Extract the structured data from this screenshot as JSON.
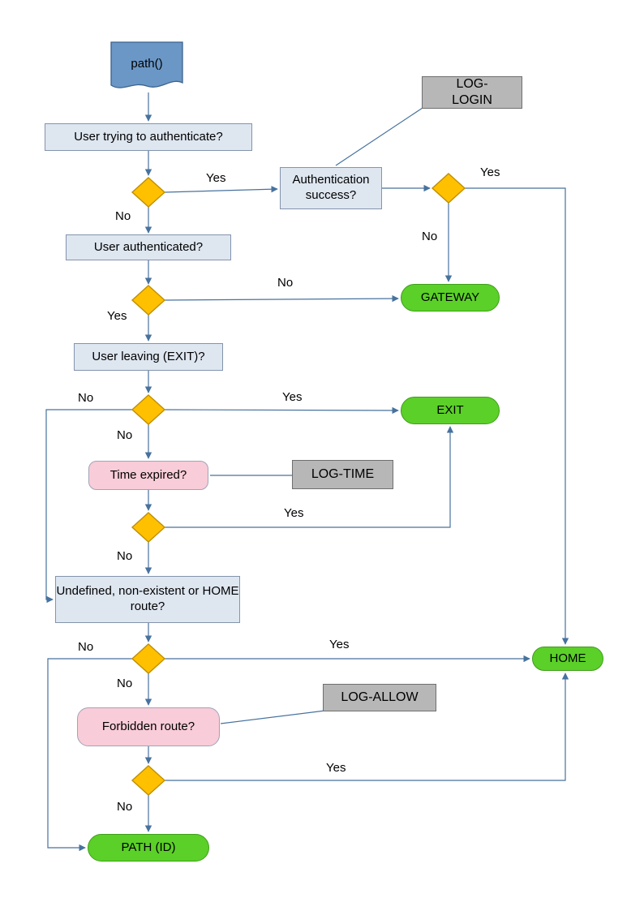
{
  "diagram": {
    "type": "flowchart",
    "nodes": {
      "start": {
        "label": "path()",
        "type": "document"
      },
      "q_try_auth": {
        "label": "User trying to authenticate?",
        "type": "process"
      },
      "auth_success": {
        "label": "Authentication success?",
        "type": "process"
      },
      "log_login": {
        "label": "LOG-LOGIN",
        "type": "log"
      },
      "q_authenticated": {
        "label": "User authenticated?",
        "type": "process"
      },
      "gateway": {
        "label": "GATEWAY",
        "type": "terminal"
      },
      "q_user_leaving": {
        "label": "User leaving (EXIT)?",
        "type": "process"
      },
      "exit": {
        "label": "EXIT",
        "type": "terminal"
      },
      "q_time_expired": {
        "label": "Time expired?",
        "type": "condition"
      },
      "log_time": {
        "label": "LOG-TIME",
        "type": "log"
      },
      "q_undefined_route": {
        "label": "Undefined, non-existent or HOME route?",
        "type": "process"
      },
      "home": {
        "label": "HOME",
        "type": "terminal"
      },
      "log_allow": {
        "label": "LOG-ALLOW",
        "type": "log"
      },
      "q_forbidden_route": {
        "label": "Forbidden route?",
        "type": "condition"
      },
      "path_id": {
        "label": "PATH (ID)",
        "type": "terminal"
      }
    },
    "edges": [
      {
        "from": "start",
        "to": "q_try_auth",
        "label": ""
      },
      {
        "from": "q_try_auth",
        "to": "decision_1",
        "label": ""
      },
      {
        "from": "decision_1",
        "to": "auth_success",
        "label": "Yes"
      },
      {
        "from": "decision_1",
        "to": "q_authenticated",
        "label": "No"
      },
      {
        "from": "auth_success",
        "to": "decision_2",
        "label": ""
      },
      {
        "from": "decision_2",
        "to": "home",
        "label": "Yes"
      },
      {
        "from": "decision_2",
        "to": "gateway",
        "label": "No"
      },
      {
        "from": "log_login",
        "to": "auth_success",
        "label": ""
      },
      {
        "from": "q_authenticated",
        "to": "decision_3",
        "label": ""
      },
      {
        "from": "decision_3",
        "to": "gateway",
        "label": "No"
      },
      {
        "from": "decision_3",
        "to": "q_user_leaving",
        "label": "Yes"
      },
      {
        "from": "q_user_leaving",
        "to": "decision_4",
        "label": ""
      },
      {
        "from": "decision_4",
        "to": "exit",
        "label": "Yes"
      },
      {
        "from": "decision_4",
        "to": "q_undefined_route",
        "label": "No"
      },
      {
        "from": "decision_4",
        "to": "q_time_expired",
        "label": "No"
      },
      {
        "from": "log_time",
        "to": "q_time_expired",
        "label": ""
      },
      {
        "from": "q_time_expired",
        "to": "decision_5",
        "label": ""
      },
      {
        "from": "decision_5",
        "to": "exit",
        "label": "Yes"
      },
      {
        "from": "decision_5",
        "to": "q_undefined_route",
        "label": "No"
      },
      {
        "from": "q_undefined_route",
        "to": "decision_6",
        "label": ""
      },
      {
        "from": "decision_6",
        "to": "home",
        "label": "Yes"
      },
      {
        "from": "decision_6",
        "to": "path_id",
        "label": "No"
      },
      {
        "from": "decision_6",
        "to": "q_forbidden_route",
        "label": "No"
      },
      {
        "from": "log_allow",
        "to": "q_forbidden_route",
        "label": ""
      },
      {
        "from": "q_forbidden_route",
        "to": "decision_7",
        "label": ""
      },
      {
        "from": "decision_7",
        "to": "home",
        "label": "Yes"
      },
      {
        "from": "decision_7",
        "to": "path_id",
        "label": "No"
      }
    ],
    "colors": {
      "connector": "#47729e",
      "decision_fill": "#ffc000",
      "decision_border": "#bf8f00",
      "process_fill": "#dee6f0",
      "terminal_fill": "#5bd028",
      "terminal_border": "#3f9e1a",
      "start_fill": "#6b97c6",
      "start_border": "#3c628c",
      "log_fill": "#b7b7b7",
      "condition_fill": "#f8ccd8"
    }
  }
}
